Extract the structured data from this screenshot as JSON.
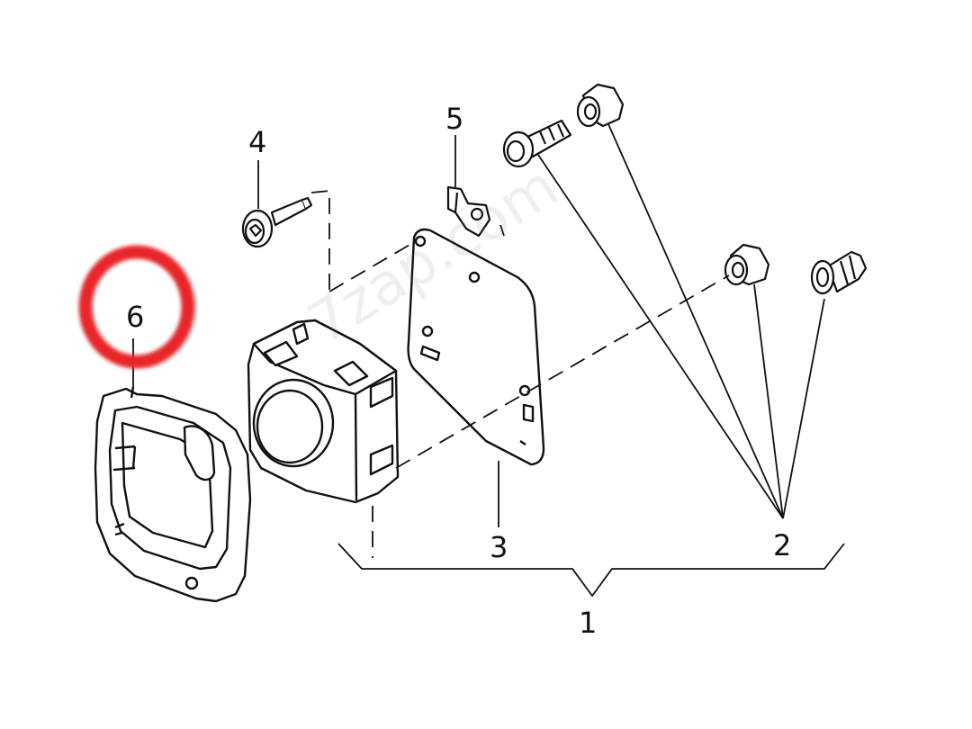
{
  "callouts": {
    "c1": "1",
    "c2": "2",
    "c3": "3",
    "c4": "4",
    "c5": "5",
    "c6": "6"
  },
  "watermark": "7zap.com",
  "highlight_color": "#e8262b",
  "line_color": "#111111"
}
